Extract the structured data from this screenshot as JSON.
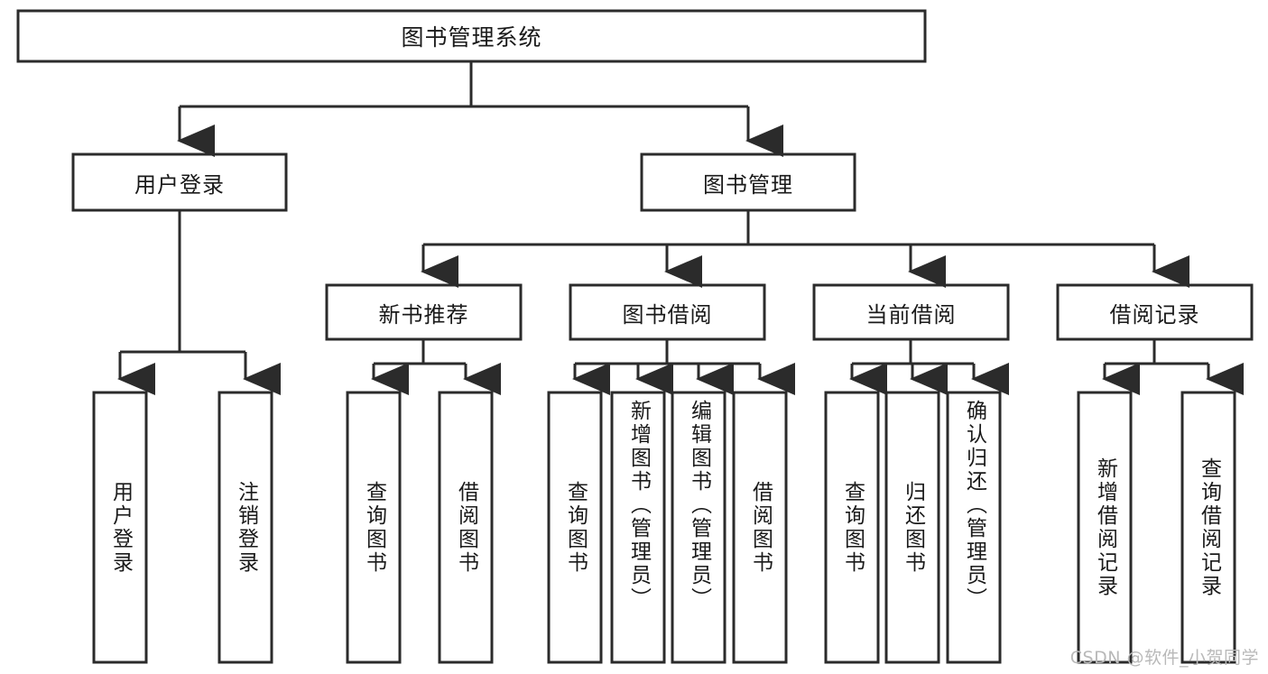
{
  "diagram": {
    "type": "tree-hierarchy",
    "title": "图书管理系统",
    "orientation": "top-down",
    "root": {
      "id": "root",
      "label": "图书管理系统",
      "orientation": "horizontal"
    },
    "level2": [
      {
        "id": "user-login",
        "label": "用户登录",
        "orientation": "horizontal"
      },
      {
        "id": "book-manage",
        "label": "图书管理",
        "orientation": "horizontal"
      }
    ],
    "level3": [
      {
        "id": "new-book-recommend",
        "label": "新书推荐",
        "parent": "book-manage",
        "orientation": "horizontal"
      },
      {
        "id": "book-borrow",
        "label": "图书借阅",
        "parent": "book-manage",
        "orientation": "horizontal"
      },
      {
        "id": "current-borrow",
        "label": "当前借阅",
        "parent": "book-manage",
        "orientation": "horizontal"
      },
      {
        "id": "borrow-record",
        "label": "借阅记录",
        "parent": "book-manage",
        "orientation": "horizontal"
      }
    ],
    "leaves": [
      {
        "id": "leaf-user-login",
        "label": "用户登录",
        "parent": "user-login",
        "orientation": "vertical"
      },
      {
        "id": "leaf-user-logout",
        "label": "注销登录",
        "parent": "user-login",
        "orientation": "vertical"
      },
      {
        "id": "leaf-query-book-1",
        "label": "查询图书",
        "parent": "new-book-recommend",
        "orientation": "vertical"
      },
      {
        "id": "leaf-borrow-book-1",
        "label": "借阅图书",
        "parent": "new-book-recommend",
        "orientation": "vertical"
      },
      {
        "id": "leaf-query-book-2",
        "label": "查询图书",
        "parent": "book-borrow",
        "orientation": "vertical"
      },
      {
        "id": "leaf-add-book",
        "label": "新增图书（管理员）",
        "parent": "book-borrow",
        "orientation": "vertical"
      },
      {
        "id": "leaf-edit-book",
        "label": "编辑图书（管理员）",
        "parent": "book-borrow",
        "orientation": "vertical"
      },
      {
        "id": "leaf-borrow-book-2",
        "label": "借阅图书",
        "parent": "book-borrow",
        "orientation": "vertical"
      },
      {
        "id": "leaf-query-book-3",
        "label": "查询图书",
        "parent": "current-borrow",
        "orientation": "vertical"
      },
      {
        "id": "leaf-return-book",
        "label": "归还图书",
        "parent": "current-borrow",
        "orientation": "vertical"
      },
      {
        "id": "leaf-confirm-return",
        "label": "确认归还（管理员）",
        "parent": "current-borrow",
        "orientation": "vertical"
      },
      {
        "id": "leaf-add-record",
        "label": "新增借阅记录",
        "parent": "borrow-record",
        "orientation": "vertical"
      },
      {
        "id": "leaf-query-record",
        "label": "查询借阅记录",
        "parent": "borrow-record",
        "orientation": "vertical"
      }
    ],
    "colors": {
      "box_border": "#2b2b2b",
      "box_fill": "#ffffff",
      "connector": "#2b2b2b",
      "text": "#1a1a1a",
      "background": "#ffffff",
      "watermark": "#b9b9b9"
    }
  },
  "watermark": {
    "text": "CSDN @软件_小贺同学"
  }
}
